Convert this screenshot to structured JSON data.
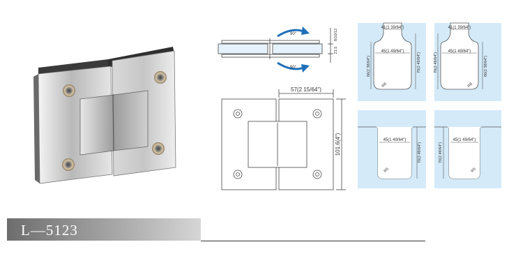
{
  "product": {
    "model_code": "L—5123"
  },
  "colors": {
    "glass": "#d4eaf9",
    "line": "#444444",
    "rotation_arrow": "#1f6fb8"
  },
  "side_view": {
    "angle_top": "90°",
    "angle_bottom": "90°",
    "glass_thickness": "8/10/12",
    "height_dim": "21.5"
  },
  "front_view": {
    "width_dim": "57(2 15/64\")",
    "height_dim": "101.6(4\")"
  },
  "cutout_details": [
    {
      "top_width": "41(1 39/64\")",
      "inner_width": "45(1 49/64\")",
      "height_left": "66(2 38/64\")",
      "height_right": "70(2 49/64\")",
      "radius": "R8"
    },
    {
      "top_width": "41(1 39/64\")",
      "inner_width": "45(1 49/64\")",
      "height_left": "70(2 49/64\")",
      "height_right": "66(2 38/64\")",
      "radius": "R8"
    },
    {
      "inner_width": "45(1 49/64\")",
      "height": "70(2 49/64\")",
      "radius": "R5"
    },
    {
      "inner_width": "45(1 49/64\")",
      "height": "70(2 49/64\")",
      "radius": "R5"
    }
  ]
}
